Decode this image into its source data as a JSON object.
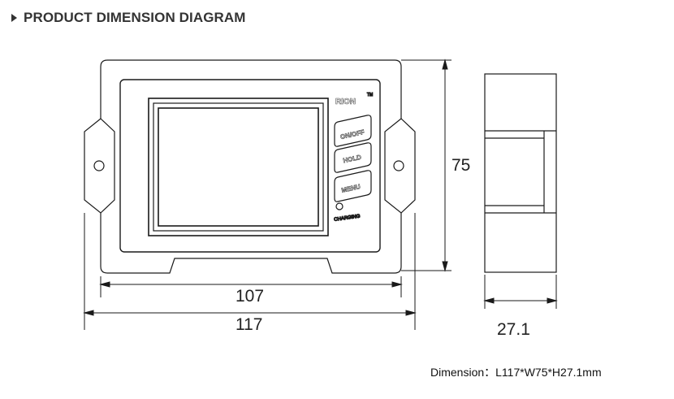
{
  "header": {
    "title": "PRODUCT DIMENSION DIAGRAM",
    "bullet_icon": "triangle-right-icon"
  },
  "device": {
    "brand": "RION",
    "trademark": "TM",
    "buttons": [
      "ON/OFF",
      "HOLD",
      "MENU"
    ],
    "charging_label": "CHARGING"
  },
  "dimensions": {
    "inner_width": "107",
    "outer_width": "117",
    "height": "75",
    "depth": "27.1"
  },
  "footer": {
    "note": "Dimension：L117*W75*H27.1mm"
  },
  "colors": {
    "line": "#1a1a1a",
    "text": "#333333"
  }
}
